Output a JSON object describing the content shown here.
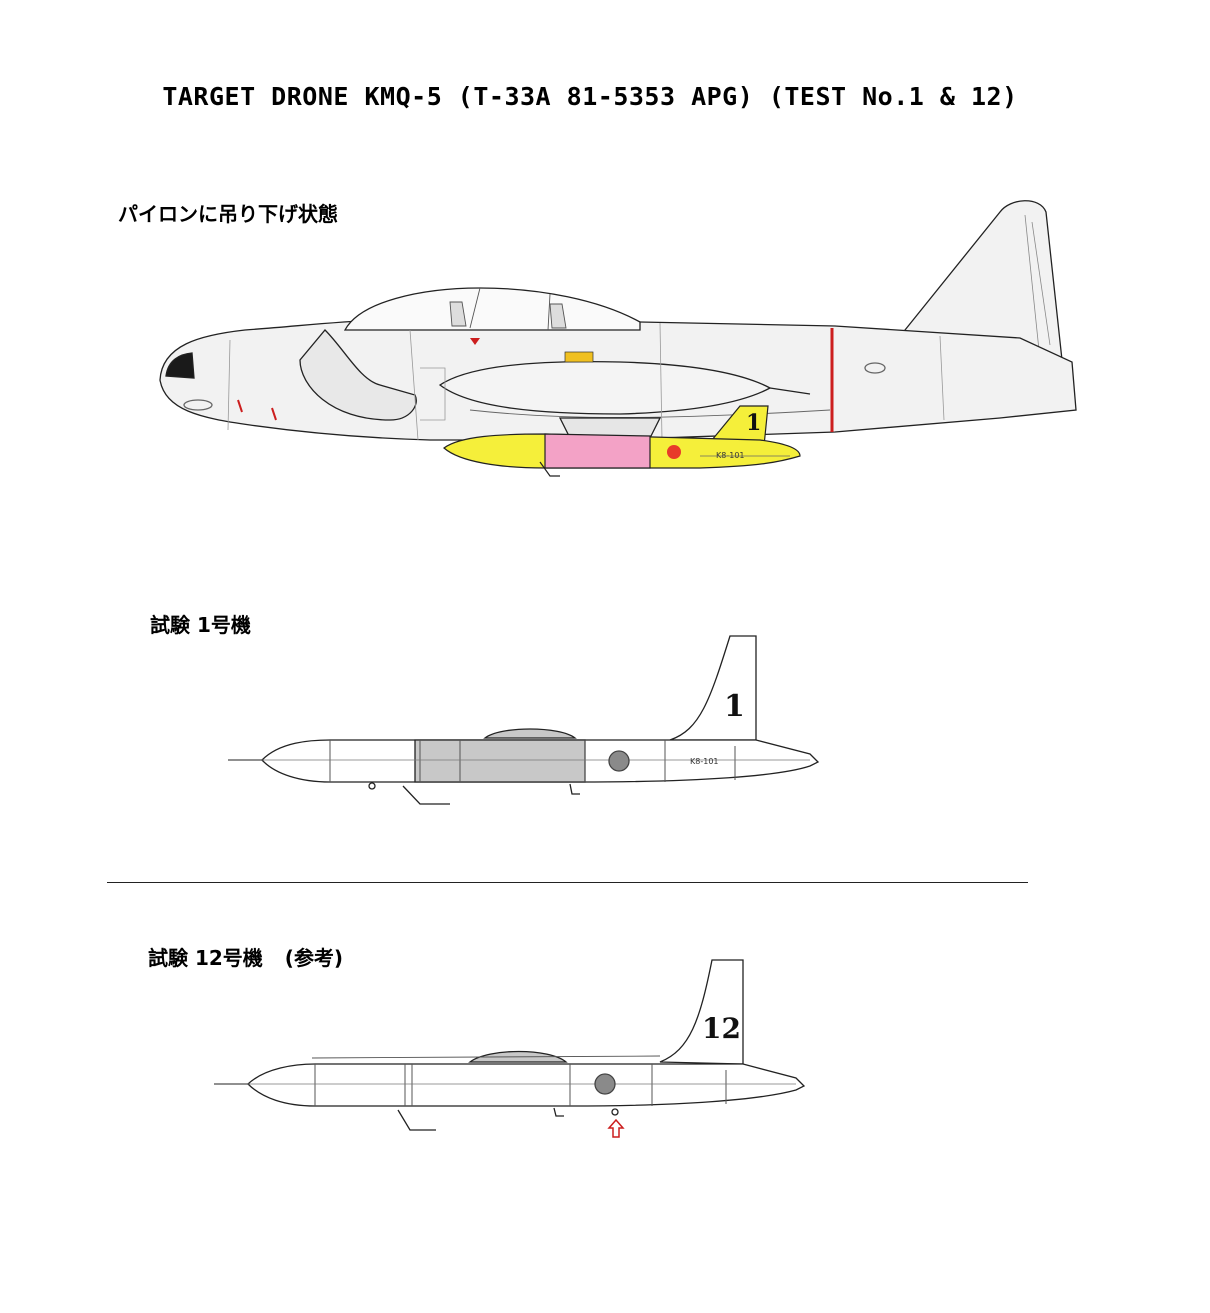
{
  "title": "TARGET DRONE KMQ-5 (T-33A 81-5353 APG) (TEST No.1 & 12)",
  "sections": {
    "pylon": {
      "caption": "パイロンに吊り下げ状態"
    },
    "test1": {
      "caption": "試験 1号機",
      "tail_number": "1",
      "serial": "K8-101"
    },
    "test12": {
      "caption": "試験 12号機",
      "note": "(参考)",
      "tail_number": "12"
    }
  },
  "aircraft": {
    "tail_number": "1",
    "serial": "K8-101"
  },
  "colors": {
    "aircraft_body": "#f2f2f2",
    "drone_yellow": "#f5ef3a",
    "drone_pink": "#f3a2c6",
    "drone_grey": "#c8c8c8",
    "roundel_red": "#e83a2a",
    "roundel_grey": "#8a8a8a",
    "marker_red": "#cc1e1e",
    "line": "#222222"
  },
  "icons": {
    "arrow": "up-arrow-icon"
  }
}
